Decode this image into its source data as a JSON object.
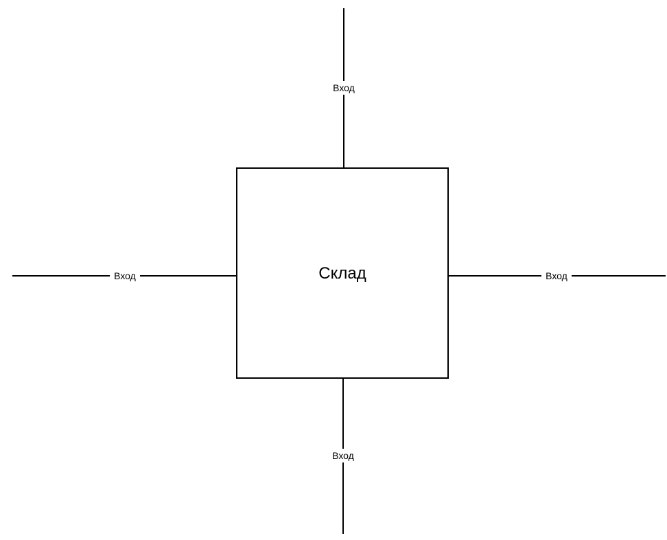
{
  "diagram": {
    "center_node": {
      "label": "Склад"
    },
    "connectors": [
      {
        "id": "top",
        "label": "Вход"
      },
      {
        "id": "left",
        "label": "Вход"
      },
      {
        "id": "right",
        "label": "Вход"
      },
      {
        "id": "bottom",
        "label": "Вход"
      }
    ]
  }
}
